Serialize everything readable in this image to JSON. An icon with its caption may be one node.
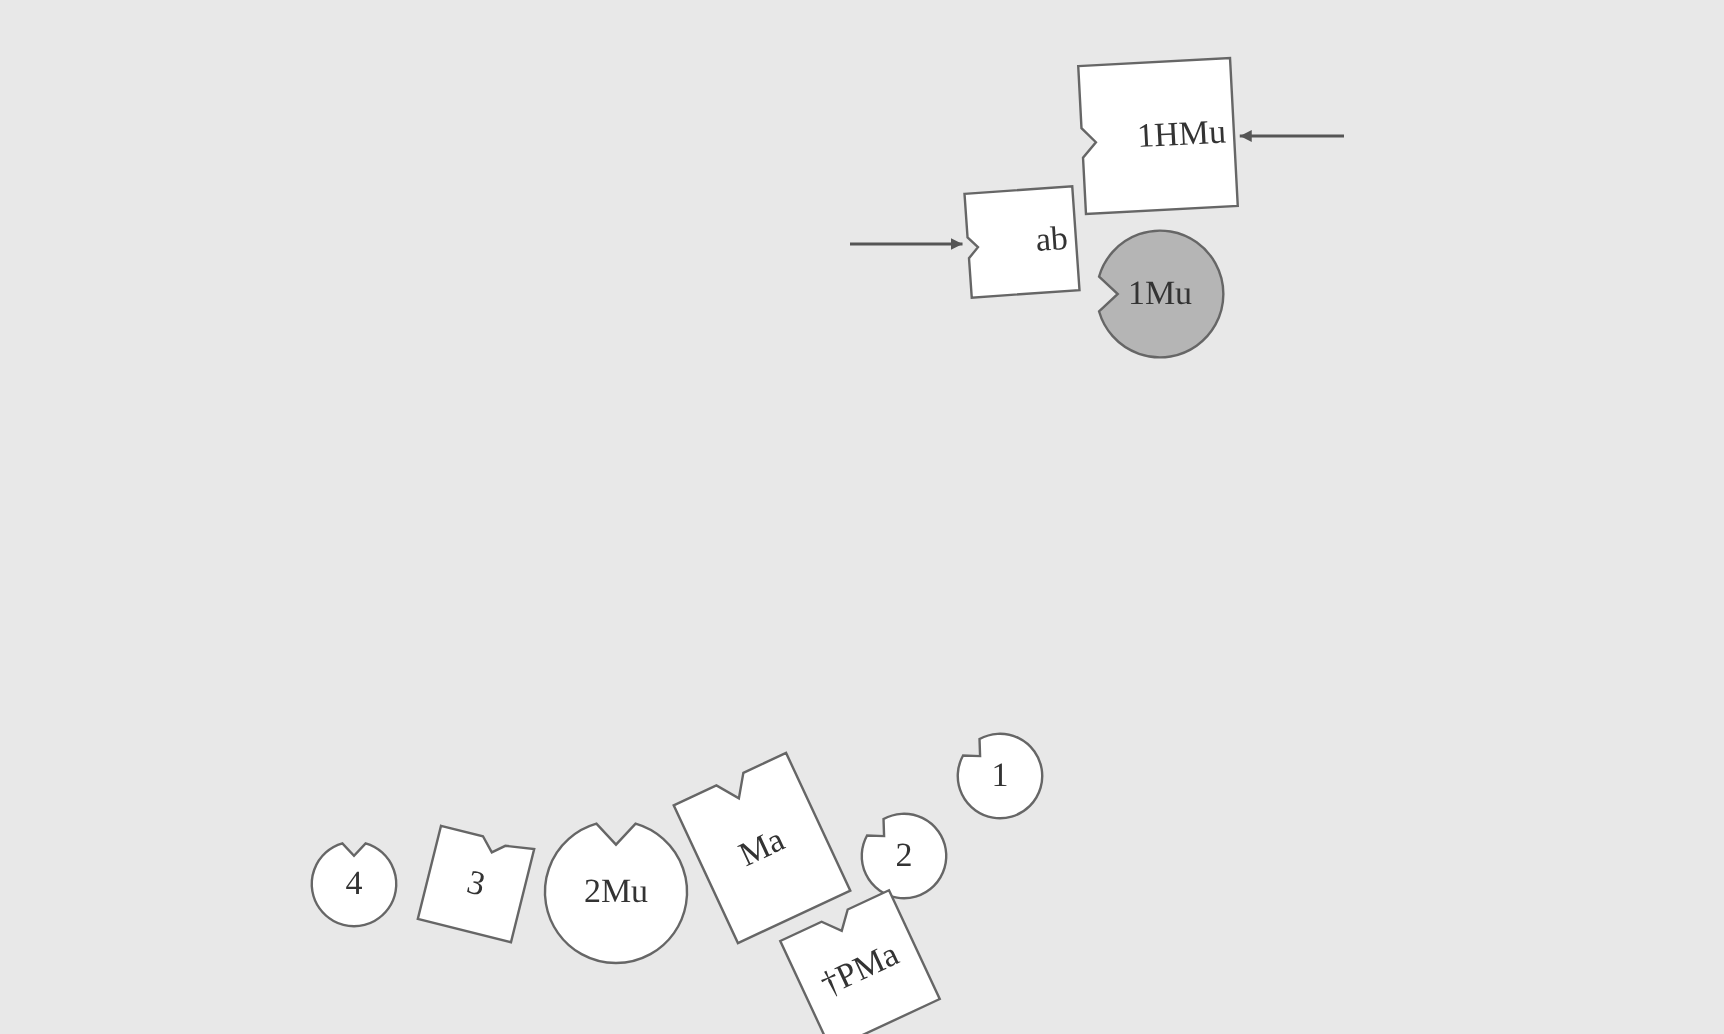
{
  "diagram": {
    "nodes": [
      {
        "text": [
          "1HMu"
        ]
      },
      {
        "text": [
          "ab"
        ]
      },
      {
        "text": [
          "1Mu"
        ]
      },
      {
        "text": [
          "1"
        ]
      },
      {
        "text": [
          "2"
        ]
      },
      {
        "text": [
          "4"
        ]
      },
      {
        "text": [
          "3"
        ]
      },
      {
        "text": [
          "2Mu"
        ]
      },
      {
        "text": [
          "Ma"
        ]
      },
      {
        "text": [
          "†PMa"
        ]
      }
    ],
    "edges": [
      {
        "from": null,
        "to": 1,
        "arrow": "to"
      },
      {
        "from": null,
        "to": 0,
        "arrow": "to"
      }
    ]
  }
}
